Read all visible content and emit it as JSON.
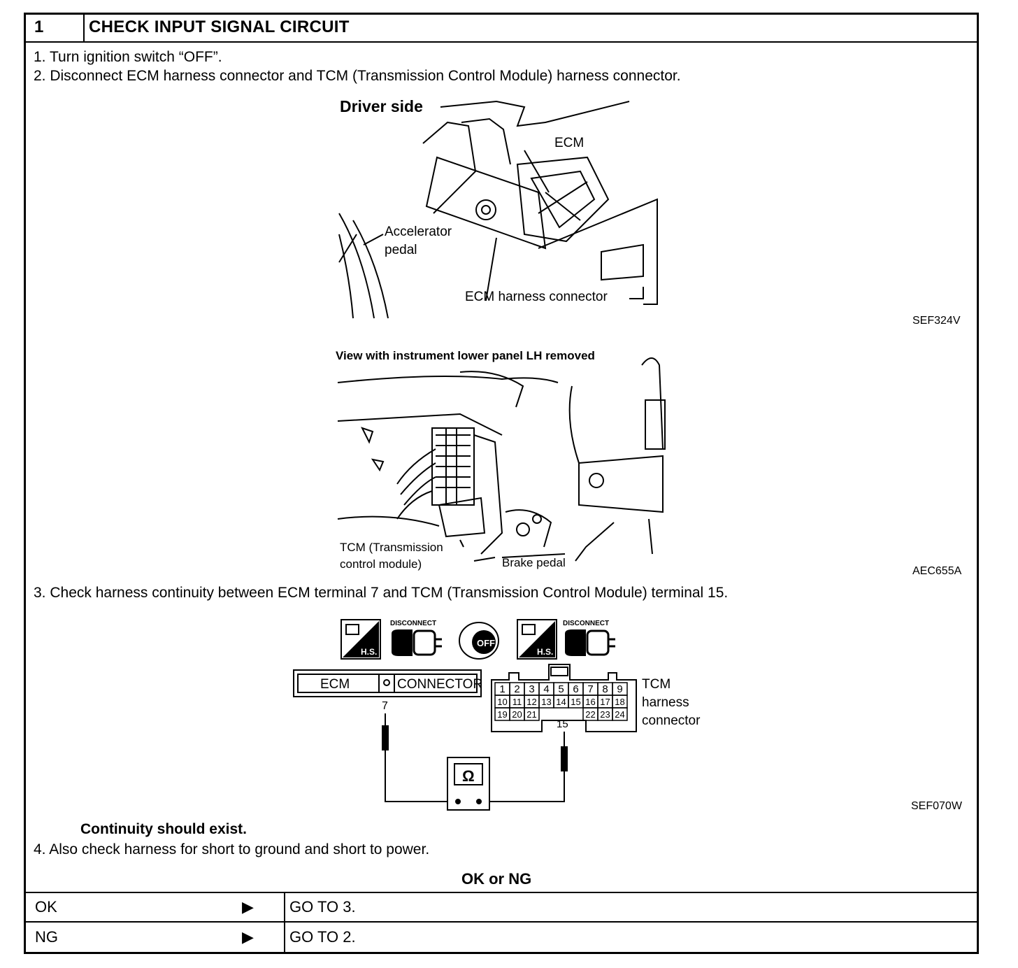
{
  "header": {
    "number": "1",
    "title": "CHECK INPUT SIGNAL CIRCUIT"
  },
  "steps": {
    "s1": "1.  Turn ignition switch “OFF”.",
    "s2": "2.  Disconnect ECM harness connector and TCM (Transmission Control Module) harness connector.",
    "s3": "3.  Check harness continuity between ECM terminal 7 and TCM (Transmission Control Module) terminal 15.",
    "s4": "4.  Also check harness for short to ground and short to power."
  },
  "figure1": {
    "title": "Driver side",
    "labels": {
      "ecm": "ECM",
      "accel1": "Accelerator",
      "accel2": "pedal",
      "harness": "ECM  harness  connector"
    },
    "code": "SEF324V"
  },
  "figure2": {
    "title": "View with instrument lower panel LH removed",
    "labels": {
      "tcm1": "TCM (Transmission",
      "tcm2": "control module)",
      "brake": "Brake pedal"
    },
    "code": "AEC655A"
  },
  "figure3": {
    "icons": {
      "hs": "H.S.",
      "disconnect": "DISCONNECT",
      "off": "OFF"
    },
    "ecm_label": "ECM",
    "connector_label": "CONNECTOR",
    "terminal_7": "7",
    "terminal_15": "15",
    "ohm": "Ω",
    "tcm_label": [
      "TCM",
      "harness",
      "connector"
    ],
    "tcm_rows": [
      [
        "1",
        "2",
        "3",
        "4",
        "5",
        "6",
        "7",
        "8",
        "9"
      ],
      [
        "10",
        "11",
        "12",
        "13",
        "14",
        "15",
        "16",
        "17",
        "18"
      ],
      [
        "19",
        "20",
        "21",
        "",
        "",
        "",
        "22",
        "23",
        "24"
      ]
    ],
    "code": "SEF070W"
  },
  "note": "Continuity should exist.",
  "decision": {
    "title": "OK or NG",
    "rows": [
      {
        "result": "OK",
        "arrow": "▶",
        "action": "GO TO 3."
      },
      {
        "result": "NG",
        "arrow": "▶",
        "action": "GO TO 2."
      }
    ]
  }
}
